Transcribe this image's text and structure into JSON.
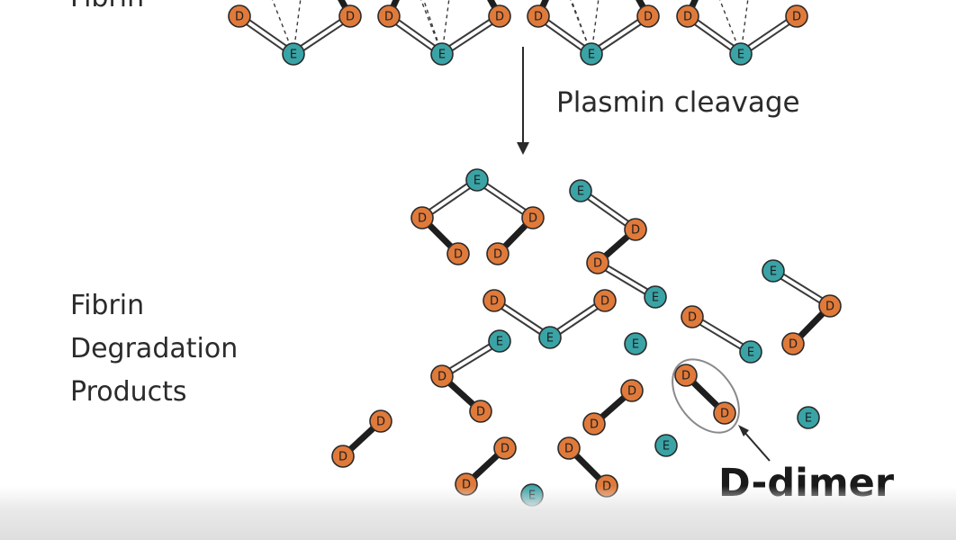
{
  "labels": {
    "fibrin": "Fibrin",
    "step": "Plasmin cleavage",
    "products": [
      "Fibrin",
      "Degradation",
      "Products"
    ],
    "dimer": "D-dimer"
  },
  "nodes": {
    "d_letter": "D",
    "e_letter": "E"
  },
  "colors": {
    "d_fill": "#e07a3a",
    "e_fill": "#3aa3a6",
    "outline": "#2a2a2a",
    "text": "#2b2b2b"
  }
}
